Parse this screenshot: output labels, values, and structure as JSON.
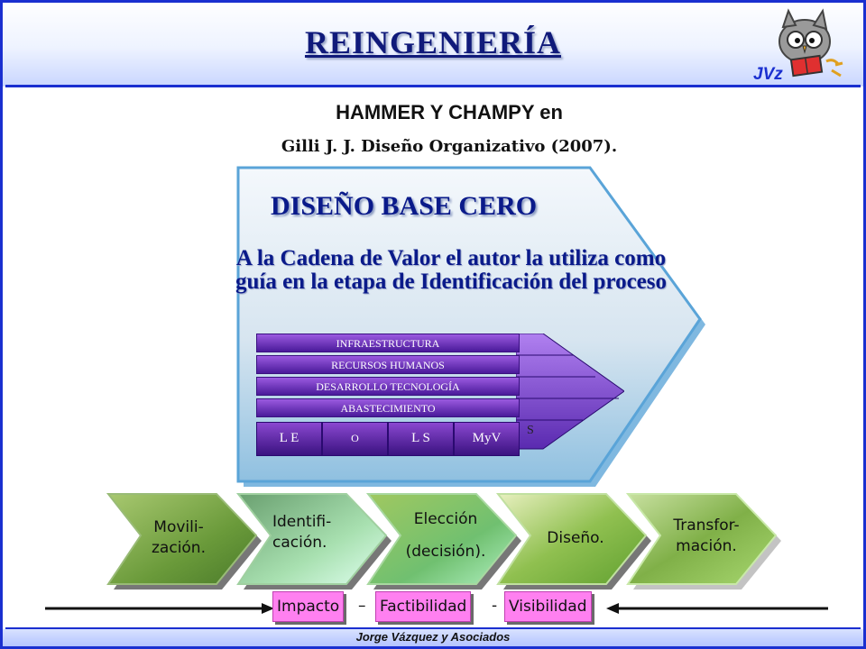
{
  "header": {
    "title": "REINGENIERÍA",
    "logo_text": "JVz"
  },
  "source": {
    "line1": "HAMMER Y CHAMPY en",
    "line2": "Gilli J. J. Diseño Organizativo (2007)."
  },
  "main_arrow": {
    "heading": "DISEÑO BASE CERO",
    "description_line1": "A la Cadena de Valor el autor la utiliza como",
    "description_line2": "guía en la etapa de Identificación del proceso"
  },
  "value_chain": {
    "support": [
      "INFRAESTRUCTURA",
      "RECURSOS HUMANOS",
      "DESARROLLO TECNOLOGÍA",
      "ABASTECIMIENTO"
    ],
    "primary": [
      "L E",
      "O",
      "L S",
      "MyV"
    ],
    "end_label": "S"
  },
  "stages": [
    {
      "line1": "Movili-",
      "line2": "zación."
    },
    {
      "line1": "Identifi-",
      "line2": "cación."
    },
    {
      "line1": "Elección",
      "line2": "(decisión)."
    },
    {
      "line1": "Diseño.",
      "line2": ""
    },
    {
      "line1": "Transfor-",
      "line2": "mación."
    }
  ],
  "criteria": {
    "items": [
      "Impacto",
      "Factibilidad",
      "Visibilidad"
    ],
    "separators": [
      "–",
      "-"
    ]
  },
  "footer": {
    "text": "Jorge Vázquez y Asociados"
  },
  "colors": {
    "frame_blue": "#1a2fd0",
    "title_navy": "#101a7a",
    "chain_purple": "#4a1a9a",
    "tag_pink": "#ff80f0"
  }
}
